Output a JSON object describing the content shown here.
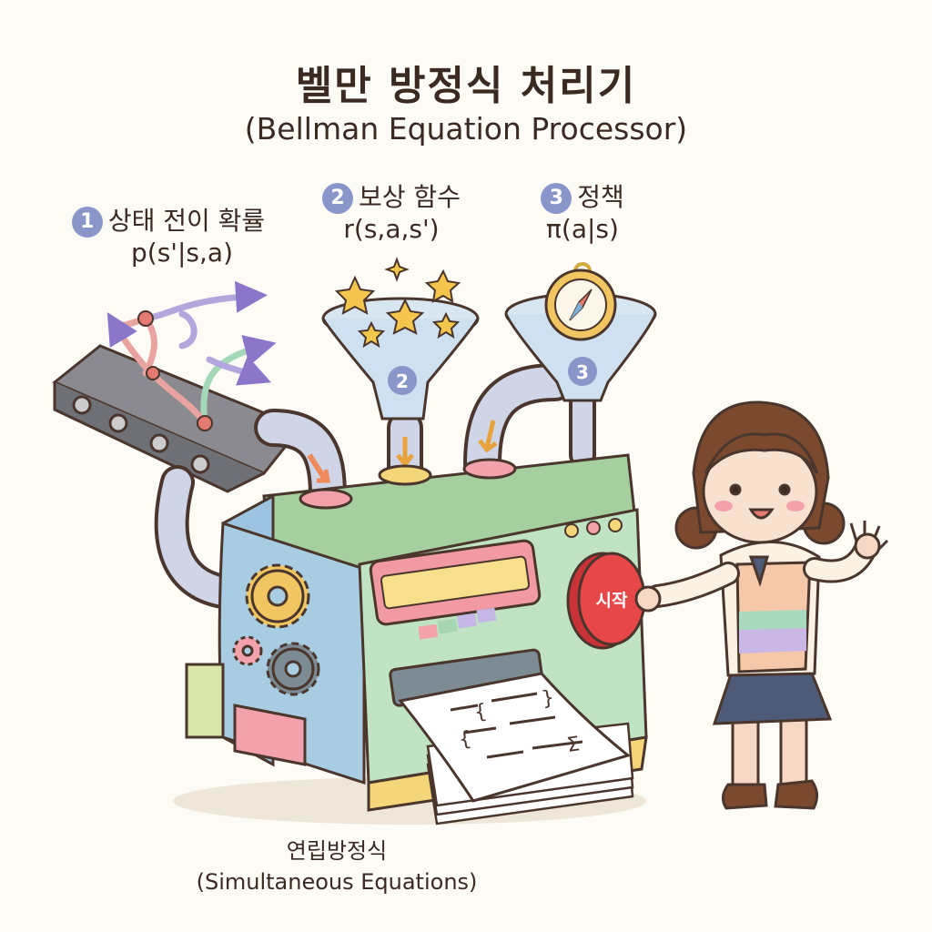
{
  "header": {
    "title": "벨만 방정식 처리기",
    "subtitle": "(Bellman Equation Processor)"
  },
  "inputs": [
    {
      "number": "1",
      "label": "상태 전이 확률",
      "formula": "p(s'|s,a)"
    },
    {
      "number": "2",
      "label": "보상 함수",
      "formula": "r(s,a,s')"
    },
    {
      "number": "3",
      "label": "정책",
      "formula": "π(a|s)"
    }
  ],
  "funnel_badges": [
    "2",
    "3"
  ],
  "machine": {
    "start_button_label": "시작"
  },
  "output": {
    "label": "연립방정식",
    "label_en": "(Simultaneous Equations)"
  },
  "colors": {
    "badge": "#8a95c9",
    "machine_body": "#a8d3e0",
    "machine_front": "#bfe3c3",
    "start_button": "#e8474a",
    "outline": "#4a362c"
  }
}
